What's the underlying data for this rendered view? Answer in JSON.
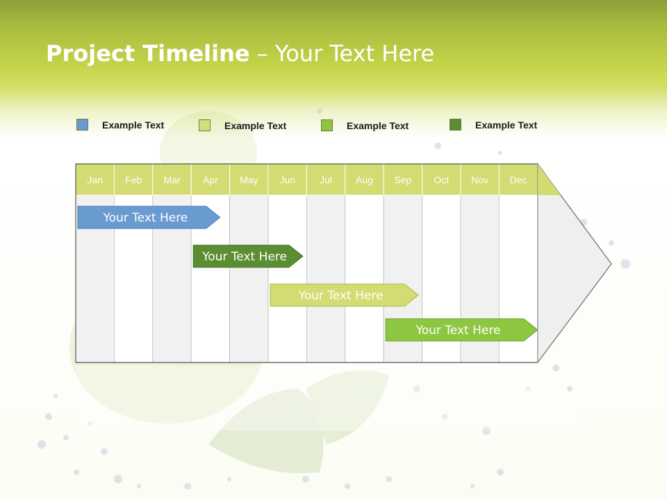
{
  "slide": {
    "title_bold": "Project Timeline",
    "title_rest": " – Your Text Here"
  },
  "legend": [
    {
      "label": "Example Text",
      "color": "#6a9bd0"
    },
    {
      "label": "Example Text",
      "color": "#d5df7a"
    },
    {
      "label": "Example Text",
      "color": "#8cc63f"
    },
    {
      "label": "Example Text",
      "color": "#5a8c32"
    }
  ],
  "timeline": {
    "months": [
      "Jan",
      "Feb",
      "Mar",
      "Apr",
      "May",
      "Jun",
      "Jul",
      "Aug",
      "Sep",
      "Oct",
      "Nov",
      "Dec"
    ],
    "header_color": "#d2dc72",
    "tasks": [
      {
        "label": "Your  Text Here",
        "start": 0.0,
        "end": 3.75,
        "color": "#6a9bd0",
        "border": "#4a7ab0"
      },
      {
        "label": "Your  Text Here",
        "start": 3.0,
        "end": 5.9,
        "color": "#5b8e33",
        "border": "#3f6e22"
      },
      {
        "label": "Your  Text Here",
        "start": 5.0,
        "end": 8.9,
        "color": "#d2dc72",
        "border": "#aab64a"
      },
      {
        "label": "Your  Text Here",
        "start": 8.0,
        "end": 12.0,
        "color": "#8dc640",
        "border": "#6ea02a"
      }
    ]
  }
}
